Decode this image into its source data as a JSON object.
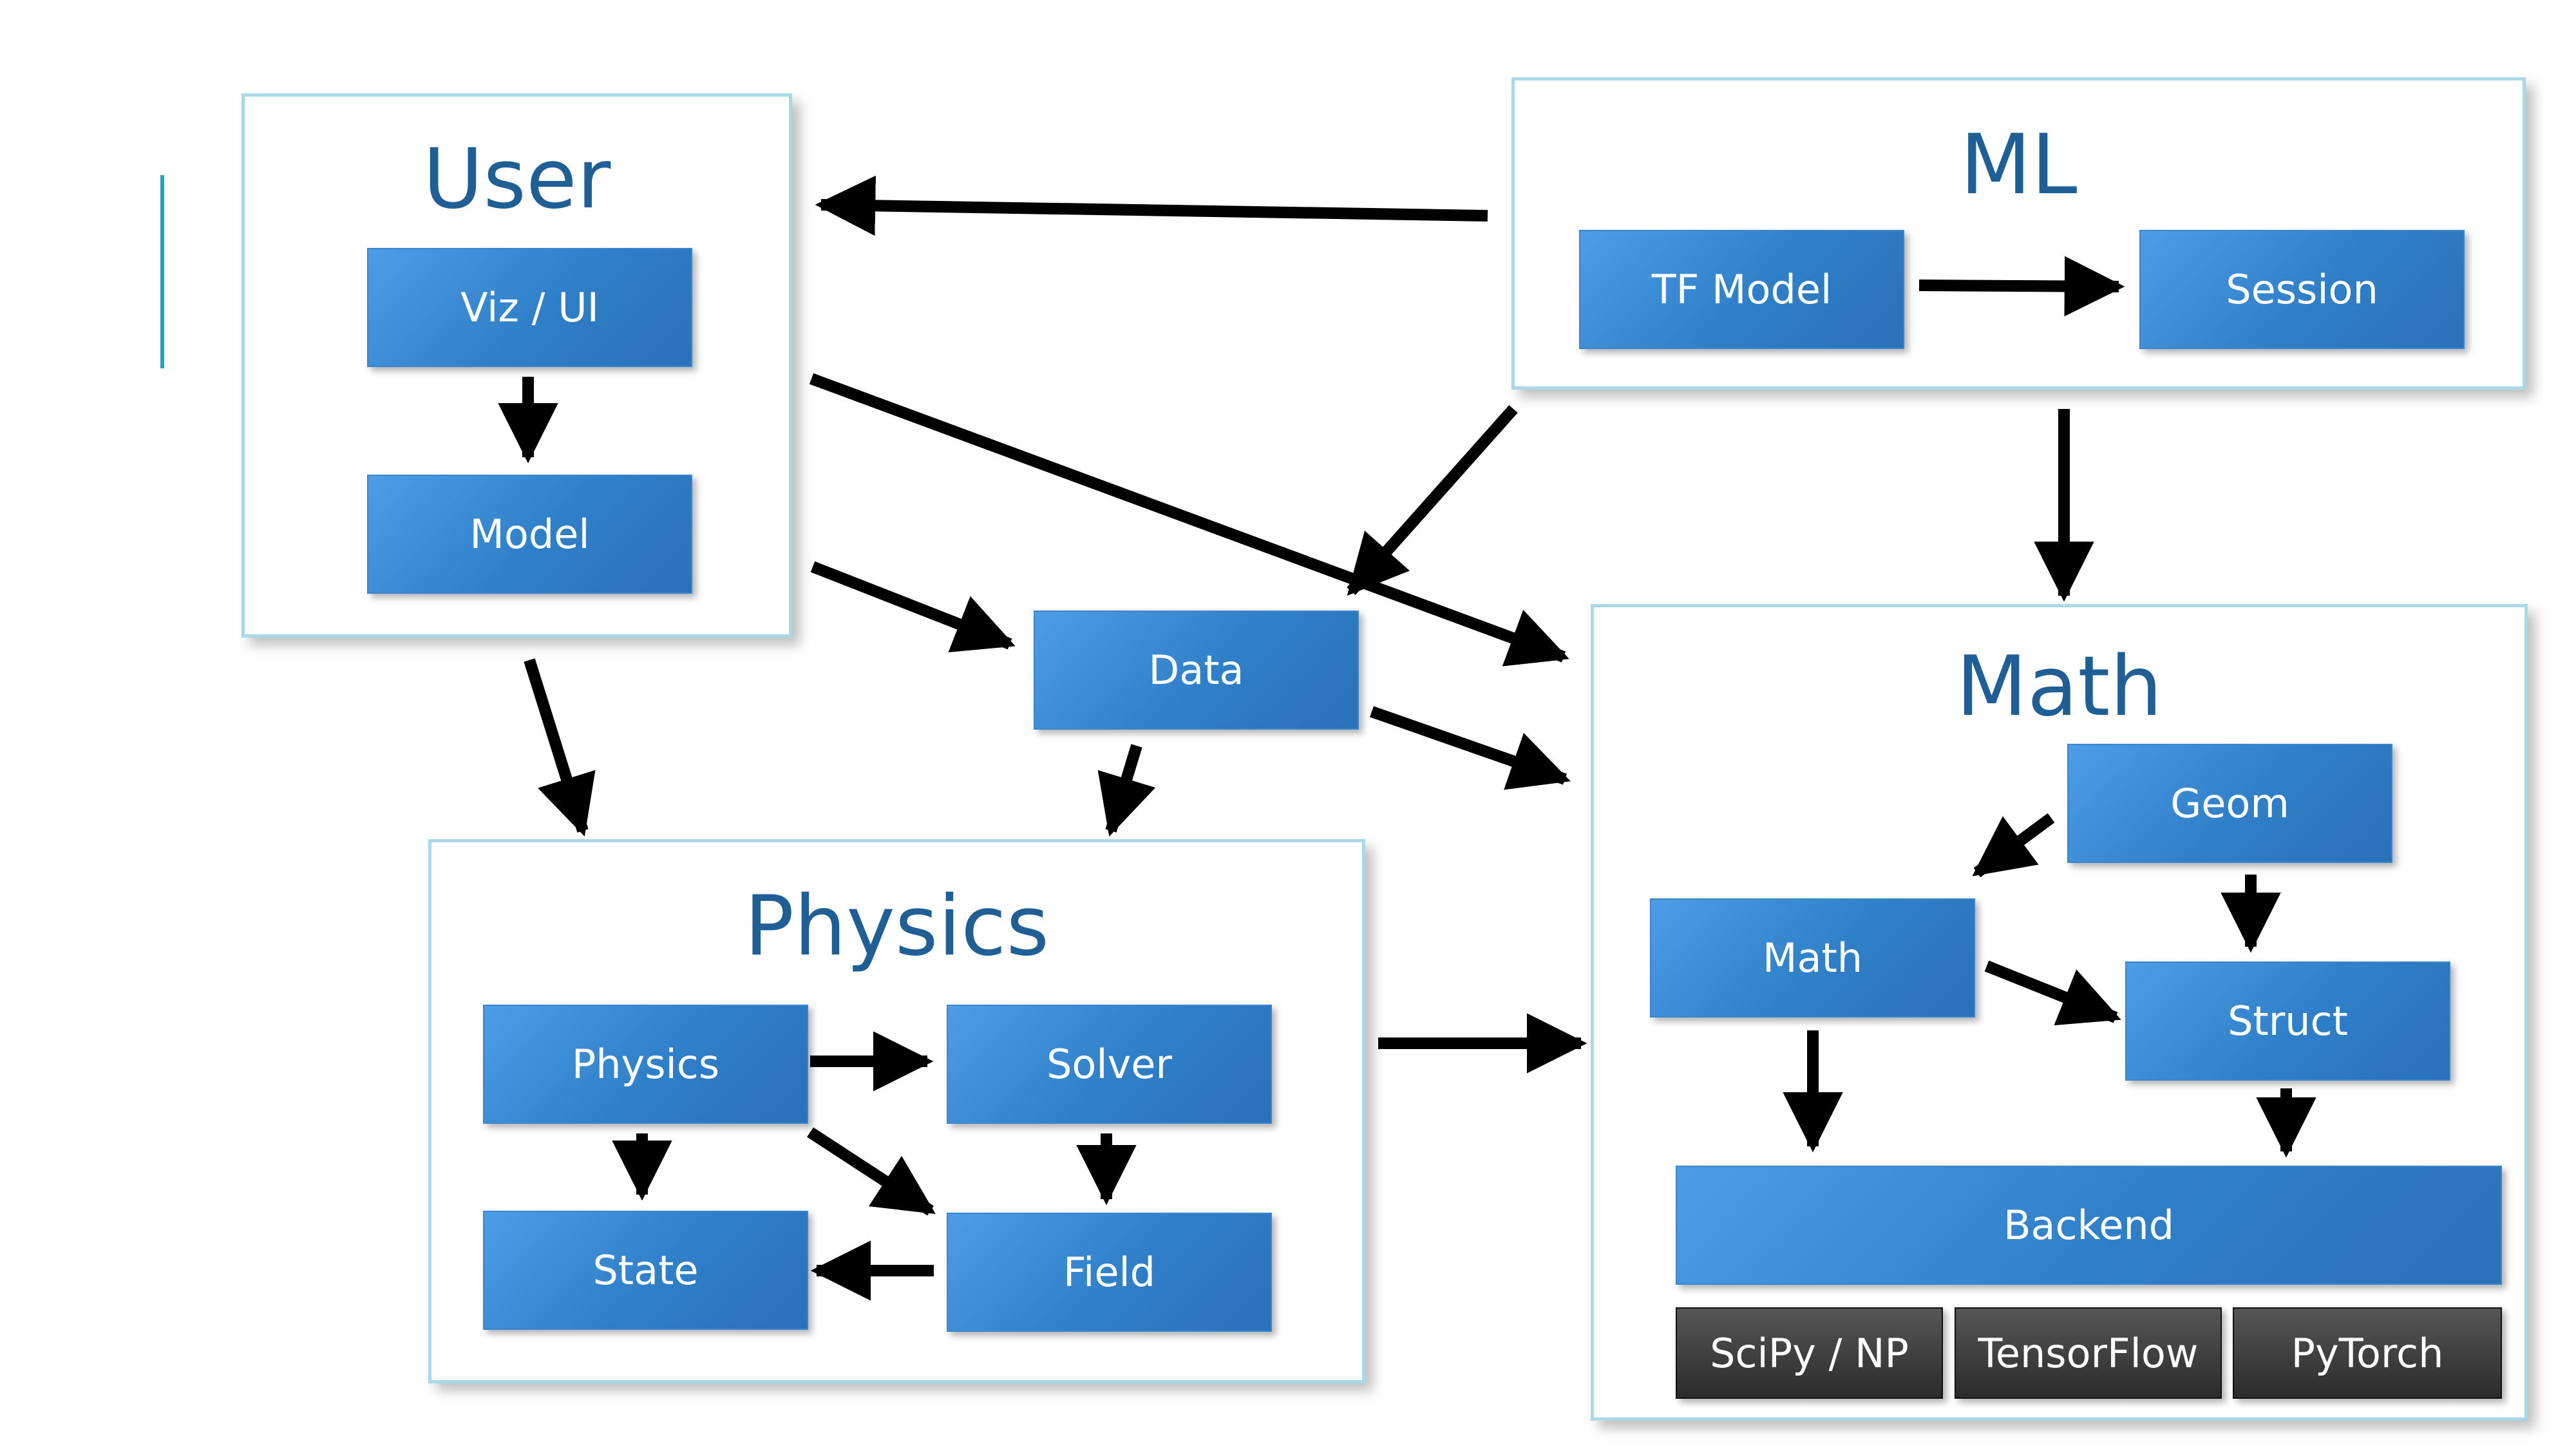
{
  "colors": {
    "panel_border": "#a9d9e8",
    "title": "#1f5f96",
    "box_blue": "#3a8ad6",
    "box_dark": "#333333",
    "arrow": "#000000",
    "accent_line": "#2a9fc4"
  },
  "panels": {
    "user": {
      "title": "User",
      "boxes": {
        "viz_ui": "Viz / UI",
        "model": "Model"
      }
    },
    "ml": {
      "title": "ML",
      "boxes": {
        "tf_model": "TF Model",
        "session": "Session"
      }
    },
    "physics": {
      "title": "Physics",
      "boxes": {
        "physics": "Physics",
        "solver": "Solver",
        "state": "State",
        "field": "Field"
      }
    },
    "math": {
      "title": "Math",
      "boxes": {
        "geom": "Geom",
        "math": "Math",
        "struct": "Struct",
        "backend": "Backend",
        "scipy_np": "SciPy / NP",
        "tensorflow": "TensorFlow",
        "pytorch": "PyTorch"
      }
    }
  },
  "standalone": {
    "data": "Data"
  }
}
